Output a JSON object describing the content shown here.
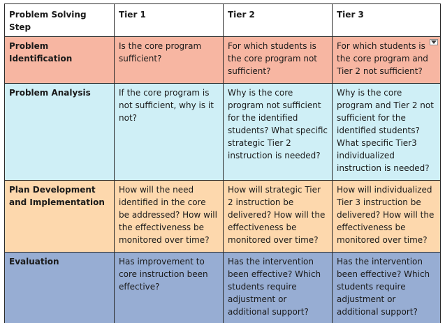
{
  "table": {
    "headers": [
      "Problem Solving Step",
      "Tier 1",
      "Tier 2",
      "Tier 3"
    ],
    "rows": [
      {
        "step": "Problem Identification",
        "tier1": "Is the core program sufficient?",
        "tier2": "For which students is the core program not sufficient?",
        "tier3": "For which students is the core program and Tier 2 not sufficient?"
      },
      {
        "step": "Problem Analysis",
        "tier1": "If the core program is not sufficient, why is it not?",
        "tier2": "Why is the core program not sufficient for the identified students? What specific strategic Tier 2 instruction is needed?",
        "tier3": "Why is the core program and Tier 2 not sufficient for the identified students? What specific Tier3 individualized instruction is needed?"
      },
      {
        "step": "Plan Development and Implementation",
        "tier1": "How will the need identified in the core be addressed? How will the effectiveness be monitored over time?",
        "tier2": "How will strategic Tier 2 instruction be delivered? How will the effectiveness be monitored over time?",
        "tier3": "How will individualized Tier 3 instruction be delivered? How will the effectiveness be monitored over time?"
      },
      {
        "step": "Evaluation",
        "tier1": "Has improvement to core instruction been effective?",
        "tier2": "Has the intervention been effective? Which students require adjustment or additional support?",
        "tier3": "Has the intervention been effective? Which students require adjustment or additional support?"
      }
    ]
  },
  "colors": {
    "problem_identification": "#f7b6a2",
    "problem_analysis": "#cfeff6",
    "plan_development": "#fdd8ad",
    "evaluation": "#97add3",
    "border": "#2b2b2b"
  },
  "icons": {
    "cell_menu": "dropdown-arrow-icon"
  }
}
